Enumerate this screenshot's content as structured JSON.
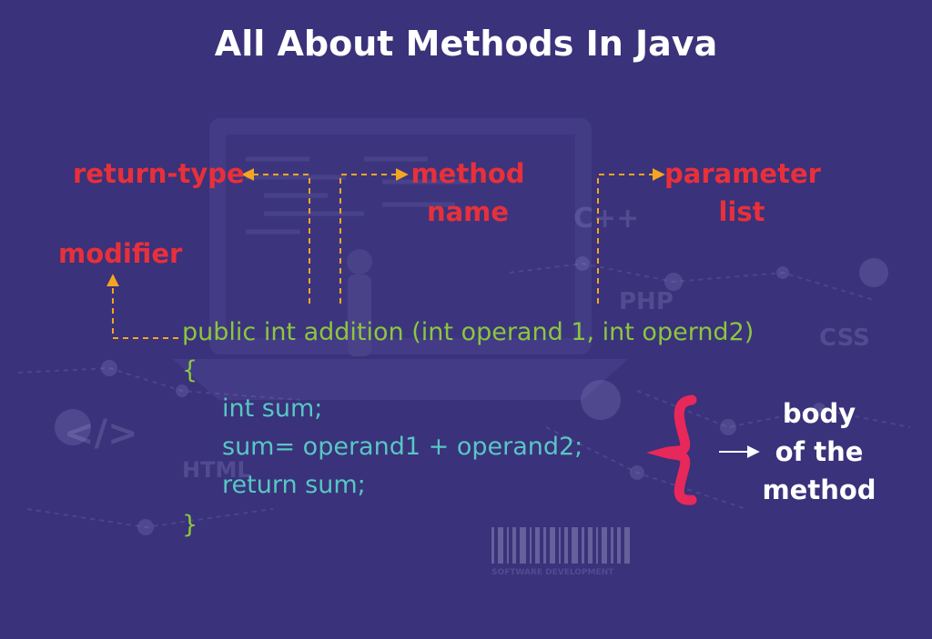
{
  "title": "All About Methods In Java",
  "labels": {
    "return_type": "return-type",
    "method_name": [
      "method",
      "name"
    ],
    "parameter_list": [
      "parameter",
      "list"
    ],
    "modifier": "modifier",
    "body_of_method": [
      "body",
      "of the",
      "method"
    ]
  },
  "code": {
    "signature": "public int addition (int operand 1, int opernd2)",
    "open_brace": "{",
    "lines": [
      "int sum;",
      "sum= operand1 + operand2;",
      "return sum;"
    ],
    "close_brace": "}"
  },
  "colors": {
    "background": "#3a327a",
    "label_red": "#e8303a",
    "code_green": "#8cc63f",
    "code_cyan": "#58c6c4",
    "arrow_orange": "#f4a623",
    "brace_pink": "#e8285a",
    "text_white": "#ffffff"
  },
  "background_glyphs": [
    "</>",
    "HTML",
    "C++",
    "PHP",
    "CSS",
    "SOFTWARE DEVELOPMENT"
  ]
}
